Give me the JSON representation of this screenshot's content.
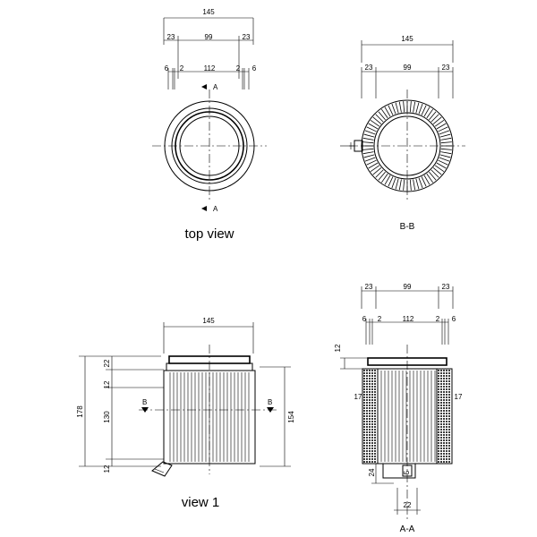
{
  "views": {
    "top_view": {
      "title": "top view",
      "dim_overall": "145",
      "dim_left": "23",
      "dim_mid": "99",
      "dim_right": "23",
      "dim_a": "6",
      "dim_b": "2",
      "dim_inner": "112",
      "dim_c": "2",
      "dim_d": "6",
      "section_mark": "A"
    },
    "section_bb": {
      "title": "B-B",
      "dim_overall": "145",
      "dim_left": "23",
      "dim_mid": "99",
      "dim_right": "23"
    },
    "view_1": {
      "title": "view 1",
      "dim_width": "145",
      "dim_total": "178",
      "dim_top": "22",
      "dim_rim": "12",
      "dim_body": "130",
      "dim_bottom": "12",
      "dim_cyl": "154",
      "section_mark": "B"
    },
    "section_aa": {
      "title": "A-A",
      "dim_left": "23",
      "dim_mid": "99",
      "dim_right": "23",
      "dim_a": "6",
      "dim_b": "2",
      "dim_inner": "112",
      "dim_c": "2",
      "dim_d": "6",
      "dim_rim": "12",
      "dim_wall_l": "17",
      "dim_wall_r": "17",
      "dim_spout_h": "24",
      "dim_spout_w": "22",
      "dim_s": "5"
    }
  }
}
